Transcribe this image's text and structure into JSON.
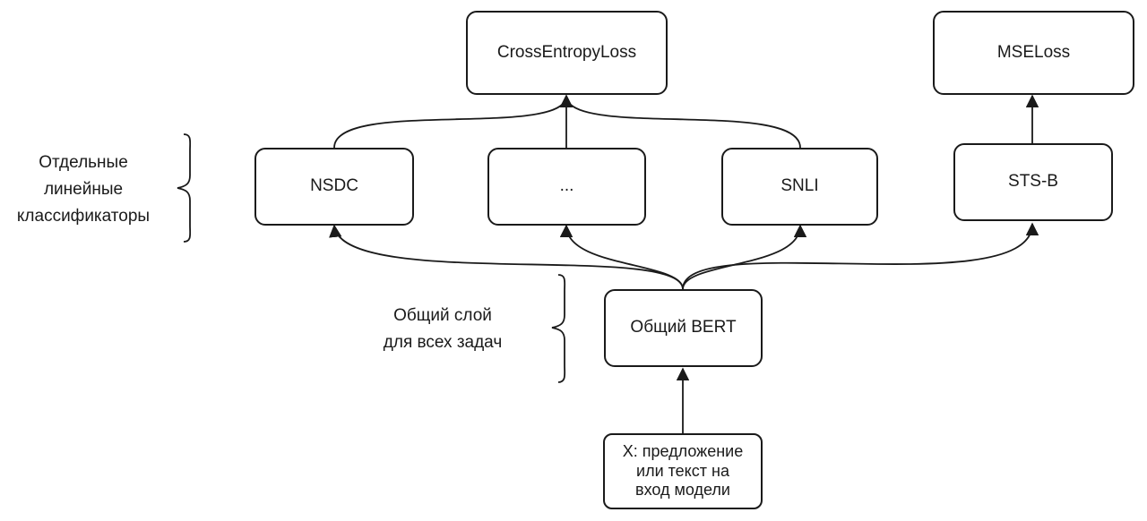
{
  "nodes": {
    "cross_entropy": "CrossEntropyLoss",
    "mse": "MSELoss",
    "nsdc": "NSDC",
    "ellipsis": "...",
    "snli": "SNLI",
    "stsb": "STS-B",
    "bert": "Общий BERT",
    "input_l1": "X: предложение",
    "input_l2": "или текст на",
    "input_l3": "вход модели"
  },
  "annotations": {
    "classifiers_l1": "Отдельные",
    "classifiers_l2": "линейные",
    "classifiers_l3": "классификаторы",
    "shared_l1": "Общий слой",
    "shared_l2": "для всех задач"
  }
}
